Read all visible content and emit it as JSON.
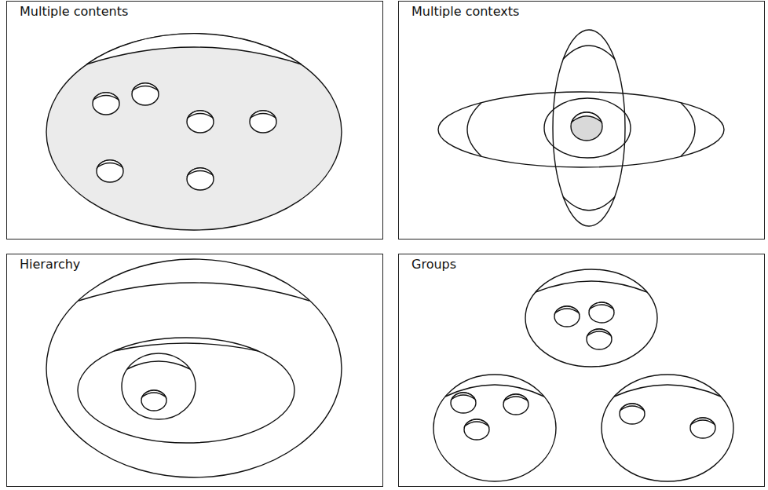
{
  "diagram": {
    "nodes": [
      {
        "text": [
          "Multiple contents"
        ]
      },
      {
        "text": [
          "Multiple contexts"
        ]
      },
      {
        "text": [
          "Hierarchy"
        ]
      },
      {
        "text": [
          "Groups"
        ]
      }
    ]
  }
}
